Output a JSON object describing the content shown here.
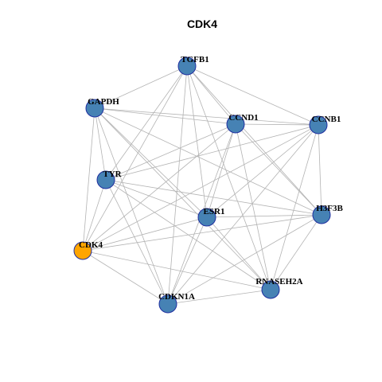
{
  "title": "CDK4",
  "colors": {
    "node_default": "#4682b4",
    "node_highlight": "#ffa500",
    "node_stroke": "#1f2fa0",
    "edge": "#b3b3b3"
  },
  "nodes": [
    {
      "id": "TGFB1",
      "label": "TGFB1",
      "highlight": false
    },
    {
      "id": "GAPDH",
      "label": "GAPDH",
      "highlight": false
    },
    {
      "id": "CCND1",
      "label": "CCND1",
      "highlight": false
    },
    {
      "id": "CCNB1",
      "label": "CCNB1",
      "highlight": false
    },
    {
      "id": "TYR",
      "label": "TYR",
      "highlight": false
    },
    {
      "id": "ESR1",
      "label": "ESR1",
      "highlight": false
    },
    {
      "id": "H3F3B",
      "label": "H3F3B",
      "highlight": false
    },
    {
      "id": "CDK4",
      "label": "CDK4",
      "highlight": true
    },
    {
      "id": "RNASEH2A",
      "label": "RNASEH2A",
      "highlight": false
    },
    {
      "id": "CDKN1A",
      "label": "CDKN1A",
      "highlight": false
    }
  ],
  "edges": [
    [
      "TGFB1",
      "GAPDH"
    ],
    [
      "TGFB1",
      "CCND1"
    ],
    [
      "TGFB1",
      "CCNB1"
    ],
    [
      "TGFB1",
      "TYR"
    ],
    [
      "TGFB1",
      "ESR1"
    ],
    [
      "TGFB1",
      "H3F3B"
    ],
    [
      "TGFB1",
      "CDK4"
    ],
    [
      "TGFB1",
      "RNASEH2A"
    ],
    [
      "TGFB1",
      "CDKN1A"
    ],
    [
      "GAPDH",
      "CCND1"
    ],
    [
      "GAPDH",
      "CCNB1"
    ],
    [
      "GAPDH",
      "TYR"
    ],
    [
      "GAPDH",
      "ESR1"
    ],
    [
      "GAPDH",
      "H3F3B"
    ],
    [
      "GAPDH",
      "CDK4"
    ],
    [
      "GAPDH",
      "RNASEH2A"
    ],
    [
      "GAPDH",
      "CDKN1A"
    ],
    [
      "CCND1",
      "CCNB1"
    ],
    [
      "CCND1",
      "TYR"
    ],
    [
      "CCND1",
      "ESR1"
    ],
    [
      "CCND1",
      "H3F3B"
    ],
    [
      "CCND1",
      "CDK4"
    ],
    [
      "CCND1",
      "RNASEH2A"
    ],
    [
      "CCND1",
      "CDKN1A"
    ],
    [
      "CCNB1",
      "TYR"
    ],
    [
      "CCNB1",
      "ESR1"
    ],
    [
      "CCNB1",
      "H3F3B"
    ],
    [
      "CCNB1",
      "CDK4"
    ],
    [
      "CCNB1",
      "RNASEH2A"
    ],
    [
      "CCNB1",
      "CDKN1A"
    ],
    [
      "TYR",
      "ESR1"
    ],
    [
      "TYR",
      "H3F3B"
    ],
    [
      "TYR",
      "CDK4"
    ],
    [
      "TYR",
      "RNASEH2A"
    ],
    [
      "TYR",
      "CDKN1A"
    ],
    [
      "ESR1",
      "H3F3B"
    ],
    [
      "ESR1",
      "CDK4"
    ],
    [
      "ESR1",
      "RNASEH2A"
    ],
    [
      "ESR1",
      "CDKN1A"
    ],
    [
      "H3F3B",
      "CDK4"
    ],
    [
      "H3F3B",
      "RNASEH2A"
    ],
    [
      "H3F3B",
      "CDKN1A"
    ],
    [
      "CDK4",
      "RNASEH2A"
    ],
    [
      "CDK4",
      "CDKN1A"
    ],
    [
      "RNASEH2A",
      "CDKN1A"
    ]
  ]
}
